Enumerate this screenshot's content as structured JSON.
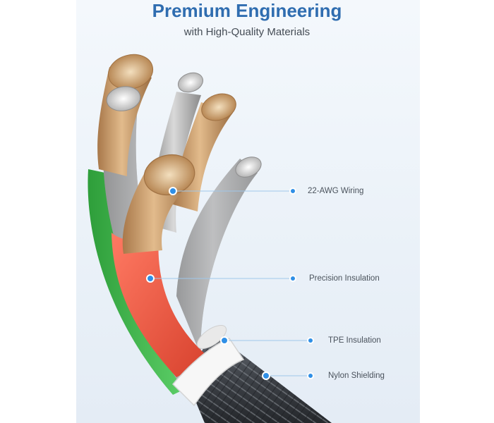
{
  "header": {
    "title": "Premium Engineering",
    "subtitle": "with High-Quality Materials"
  },
  "callouts": [
    {
      "label": "22-AWG Wiring"
    },
    {
      "label": "Precision Insulation"
    },
    {
      "label": "TPE Insulation"
    },
    {
      "label": "Nylon Shielding"
    }
  ],
  "colors": {
    "title": "#2f6db0",
    "callout_dot": "#2f8fe6",
    "copper": "#c99a66",
    "tinned_wire": "#c8c8c8",
    "red_insulation": "#f05a44",
    "green_insulation": "#3fb84a",
    "tpe_jacket": "#f6f6f6",
    "nylon_braid": "#4a4e55"
  },
  "icons": [
    "callout-dot-icon"
  ]
}
